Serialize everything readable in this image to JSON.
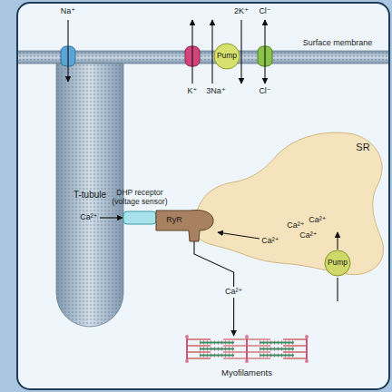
{
  "diagram": {
    "nodes": [
      {
        "text": [
          "Pump"
        ]
      },
      {
        "text": [
          "T-tubule"
        ]
      },
      {
        "text": [
          "SR"
        ]
      },
      {
        "text": [
          "Pump"
        ],
        "in": 2
      },
      {
        "text": [
          "DHP receptor (voltage sensor)"
        ]
      },
      {
        "text": [
          "RyR"
        ]
      },
      {
        "text": [
          "Myofilaments"
        ]
      }
    ],
    "edges": [
      {
        "from": 5,
        "to": 6,
        "label": "Ca²⁺",
        "arrow": "to"
      }
    ],
    "labels": [
      "Na⁺",
      "2K⁺",
      "Cl⁻",
      "Surface membrane",
      "K⁺",
      "3Na⁺",
      "Cl⁻",
      "Ca²⁺",
      "Ca²⁺",
      "Ca²⁺",
      "Ca²⁺",
      "Ca²⁺"
    ]
  }
}
